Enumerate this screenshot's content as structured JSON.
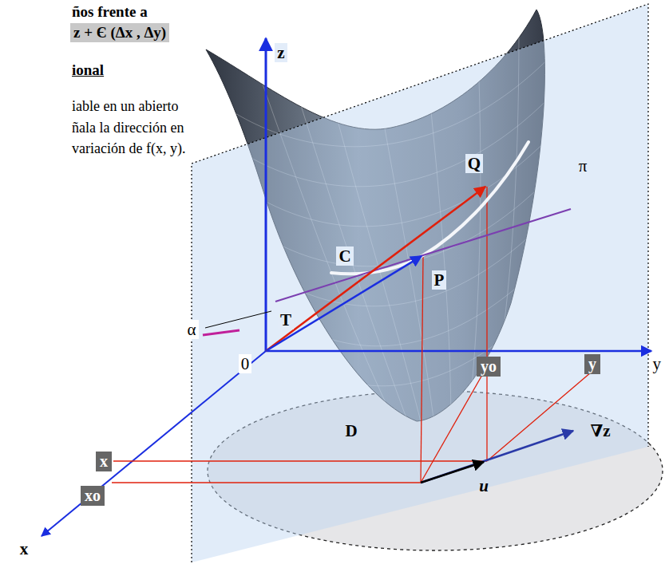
{
  "diagram": {
    "labels": [
      "ños frente a",
      "z + Є (Δx , Δy)",
      "ional",
      "iable en un abierto",
      "ñala la dirección en",
      "variación de f(x, y).",
      "z",
      "Q",
      "π",
      "C",
      "T",
      "α",
      "P",
      "0",
      "yo",
      "y",
      "y",
      "∇z",
      "D",
      "x",
      "xo",
      "u",
      "x"
    ]
  }
}
